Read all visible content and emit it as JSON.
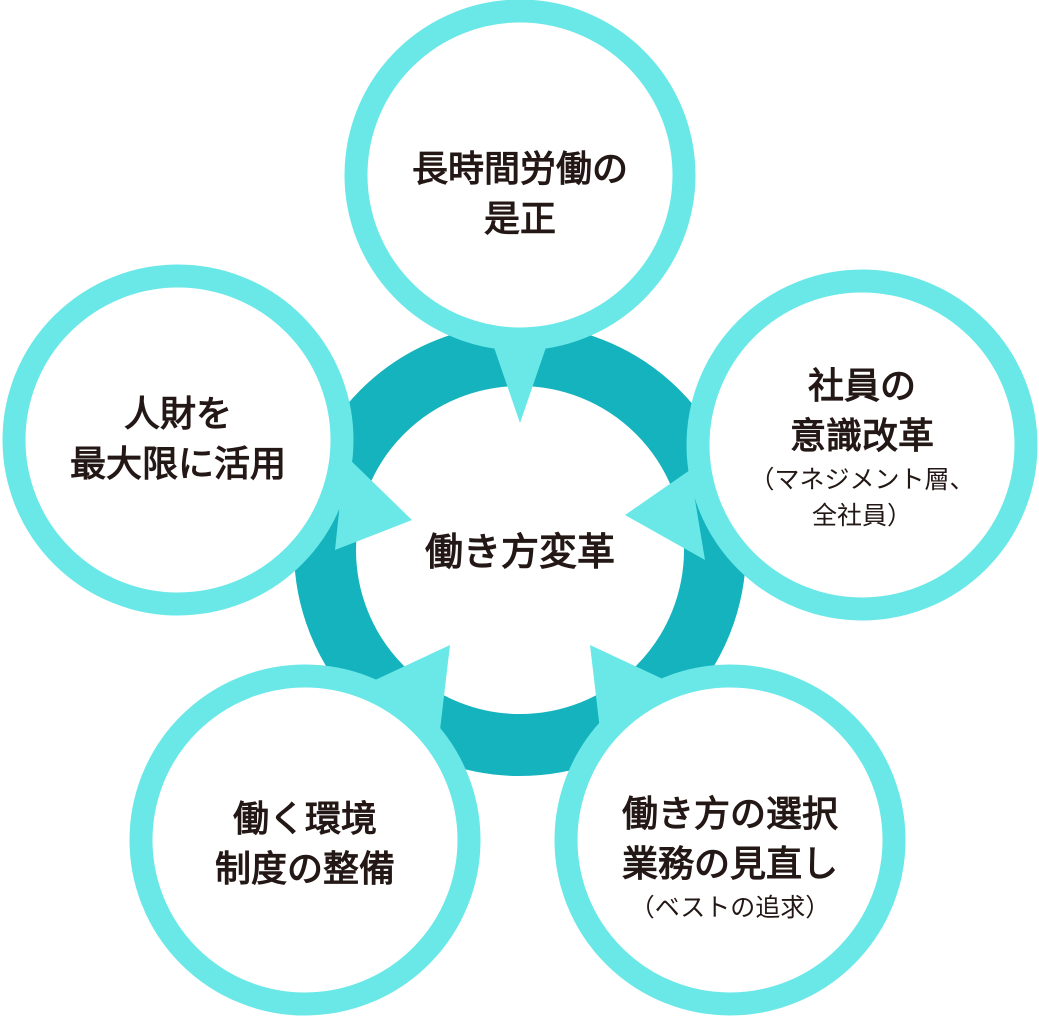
{
  "colors": {
    "ring": "#14b3bd",
    "bubble": "#6ae8e8",
    "text": "#231815"
  },
  "center": {
    "label": "働き方変革"
  },
  "bubbles": [
    {
      "id": "top",
      "lines": [
        "長時間労働の",
        "是正"
      ],
      "sub": []
    },
    {
      "id": "right",
      "lines": [
        "社員の",
        "意識改革"
      ],
      "sub": [
        "（マネジメント層、",
        "全社員）"
      ]
    },
    {
      "id": "bottom-right",
      "lines": [
        "働き方の選択",
        "業務の見直し"
      ],
      "sub": [
        "（ベストの追求）"
      ]
    },
    {
      "id": "bottom-left",
      "lines": [
        "働く環境",
        "制度の整備"
      ],
      "sub": []
    },
    {
      "id": "left",
      "lines": [
        "人財を",
        "最大限に活用"
      ],
      "sub": []
    }
  ]
}
